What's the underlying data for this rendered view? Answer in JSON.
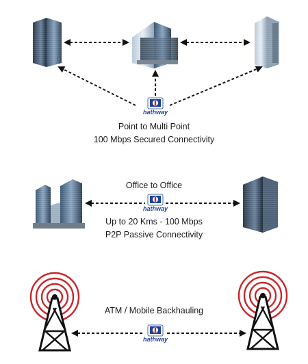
{
  "brand": {
    "name": "hathway",
    "color": "#1f3f99",
    "accent": "#d0262e"
  },
  "sections": [
    {
      "id": "p2mp",
      "lines": [
        "Point to Multi Point",
        "100 Mbps Secured Connectivity"
      ]
    },
    {
      "id": "o2o",
      "title": "Office  to Office",
      "lines": [
        "Up to 20 Kms - 100 Mbps",
        "P2P Passive Connectivity"
      ]
    },
    {
      "id": "atm",
      "title": "ATM / Mobile Backhauling"
    }
  ],
  "icons": [
    "office-building-icon",
    "cell-tower-icon",
    "hathway-logo"
  ]
}
